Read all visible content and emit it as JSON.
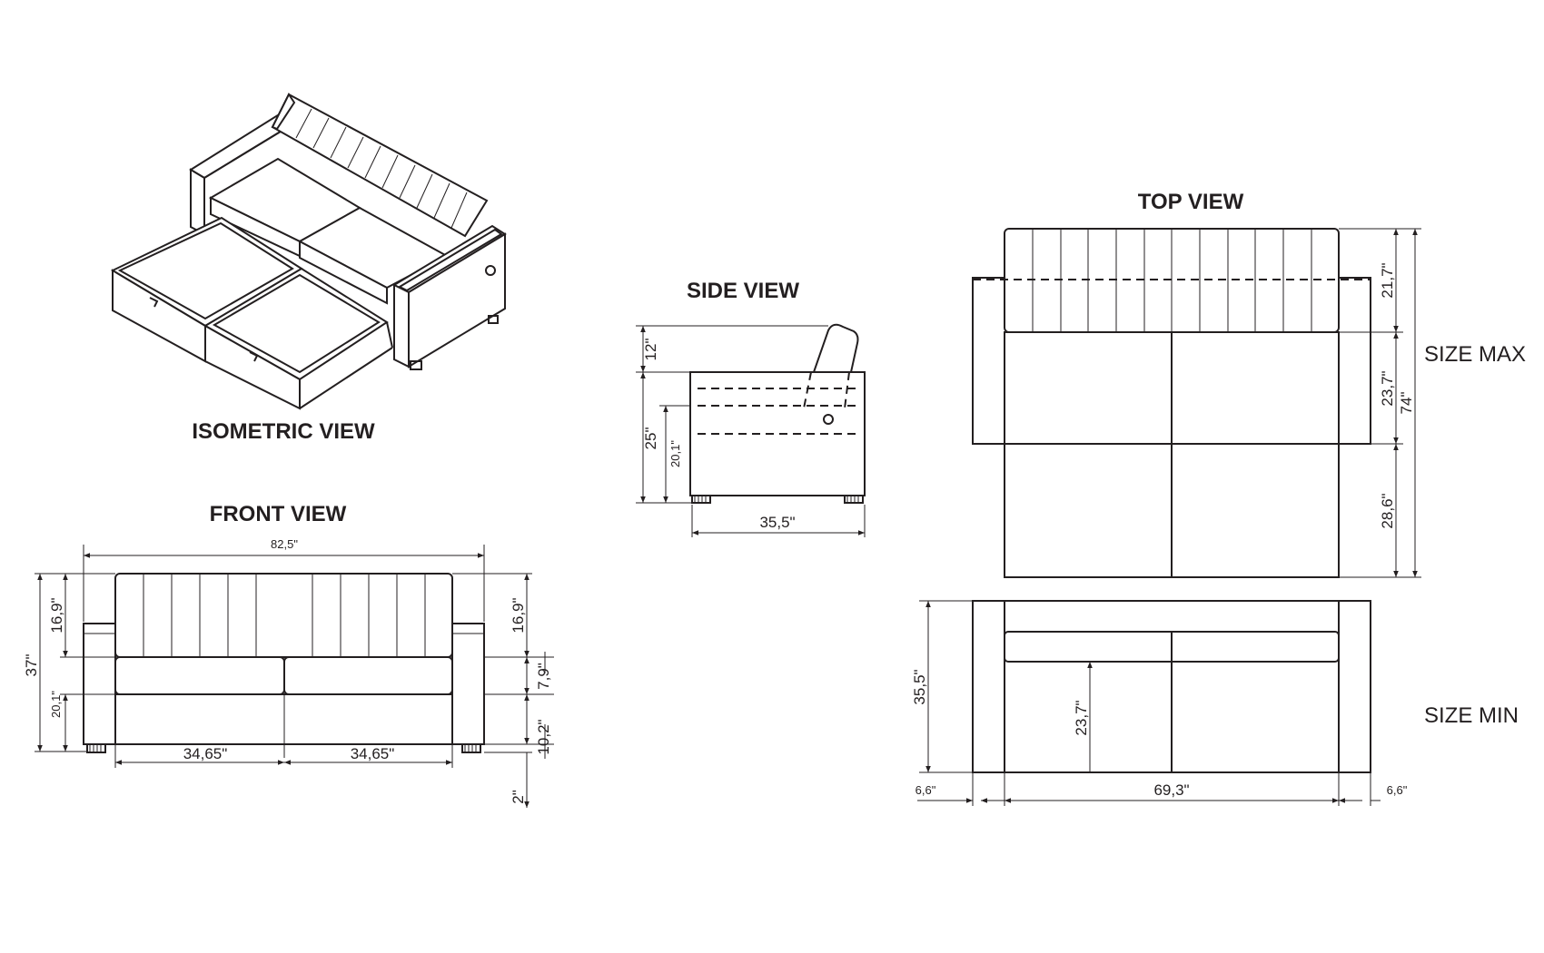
{
  "views": {
    "isometric": {
      "title": "ISOMETRIC VIEW"
    },
    "front": {
      "title": "FRONT VIEW",
      "dims": {
        "total_width": "82,5\"",
        "seat_left": "34,65\"",
        "seat_right": "34,65\"",
        "height_total": "37\"",
        "back_left": "16,9\"",
        "back_right": "16,9\"",
        "seat_height": "20,1\"",
        "cushion": "7,9\"",
        "base": "10,2\"",
        "legs": "2\""
      }
    },
    "side": {
      "title": "SIDE VIEW",
      "dims": {
        "back": "12\"",
        "height": "25\"",
        "seat": "20,1\"",
        "depth": "35,5\""
      }
    },
    "top": {
      "title": "TOP VIEW",
      "size_max": "SIZE MAX",
      "size_min": "SIZE MIN",
      "dims_max": {
        "back_depth": "21,7\"",
        "seat_depth": "23,7\"",
        "extension": "28,6\"",
        "total": "74\""
      },
      "dims_min": {
        "depth": "35,5\"",
        "seat_depth": "23,7\"",
        "arm_left": "6,6\"",
        "arm_right": "6,6\"",
        "inner_width": "69,3\""
      }
    }
  }
}
